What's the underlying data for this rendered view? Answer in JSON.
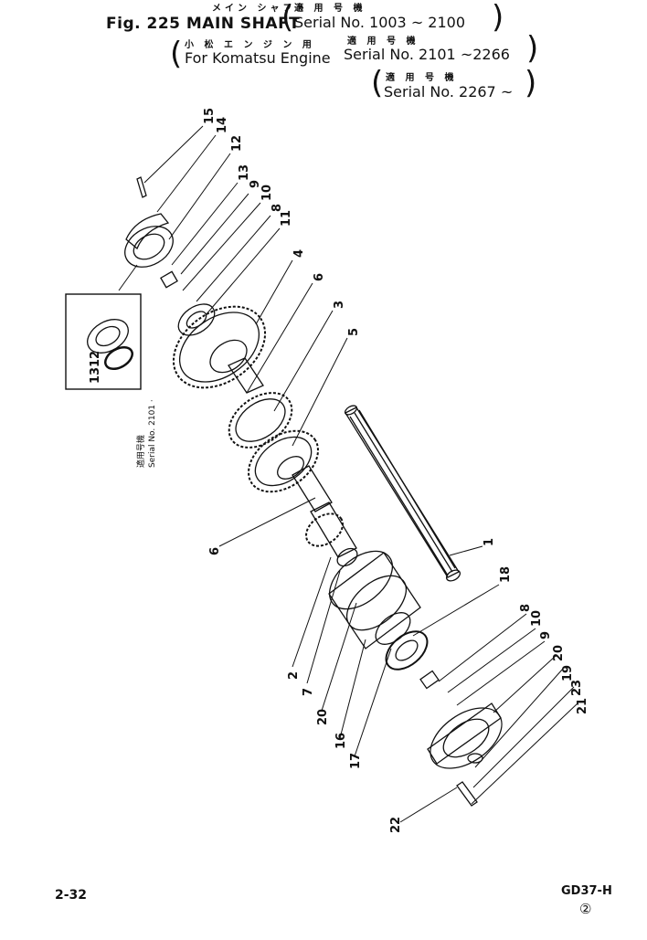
{
  "header": {
    "kana_title": "メイン シャフト",
    "title": "Fig. 225 MAIN SHAFT",
    "kana_applicable_1": "適 用 号 機",
    "serial_1": "Serial No. 1003 ~ 2100",
    "kana_komatsu": "小 松 エ ン ジ ン 用",
    "kana_applicable_2": "適 用 号 機",
    "komatsu_engine": "For Komatsu Engine",
    "serial_2": "Serial No. 2101 ~2266",
    "kana_applicable_3": "適 用 号 機",
    "serial_3": "Serial No. 2267 ~"
  },
  "inset": {
    "labels": [
      "12",
      "13"
    ],
    "note_jp": "適用号機",
    "note_en": "Serial No. 2101 ·"
  },
  "callouts": [
    "15",
    "14",
    "12",
    "13",
    "9",
    "10",
    "8",
    "11",
    "4",
    "6",
    "3",
    "5",
    "1",
    "6",
    "18",
    "2",
    "7",
    "20",
    "16",
    "17",
    "8",
    "10",
    "9",
    "20",
    "19",
    "23",
    "21",
    "22"
  ],
  "footer": {
    "page": "2-32",
    "model": "GD37-H",
    "circled": "②"
  }
}
